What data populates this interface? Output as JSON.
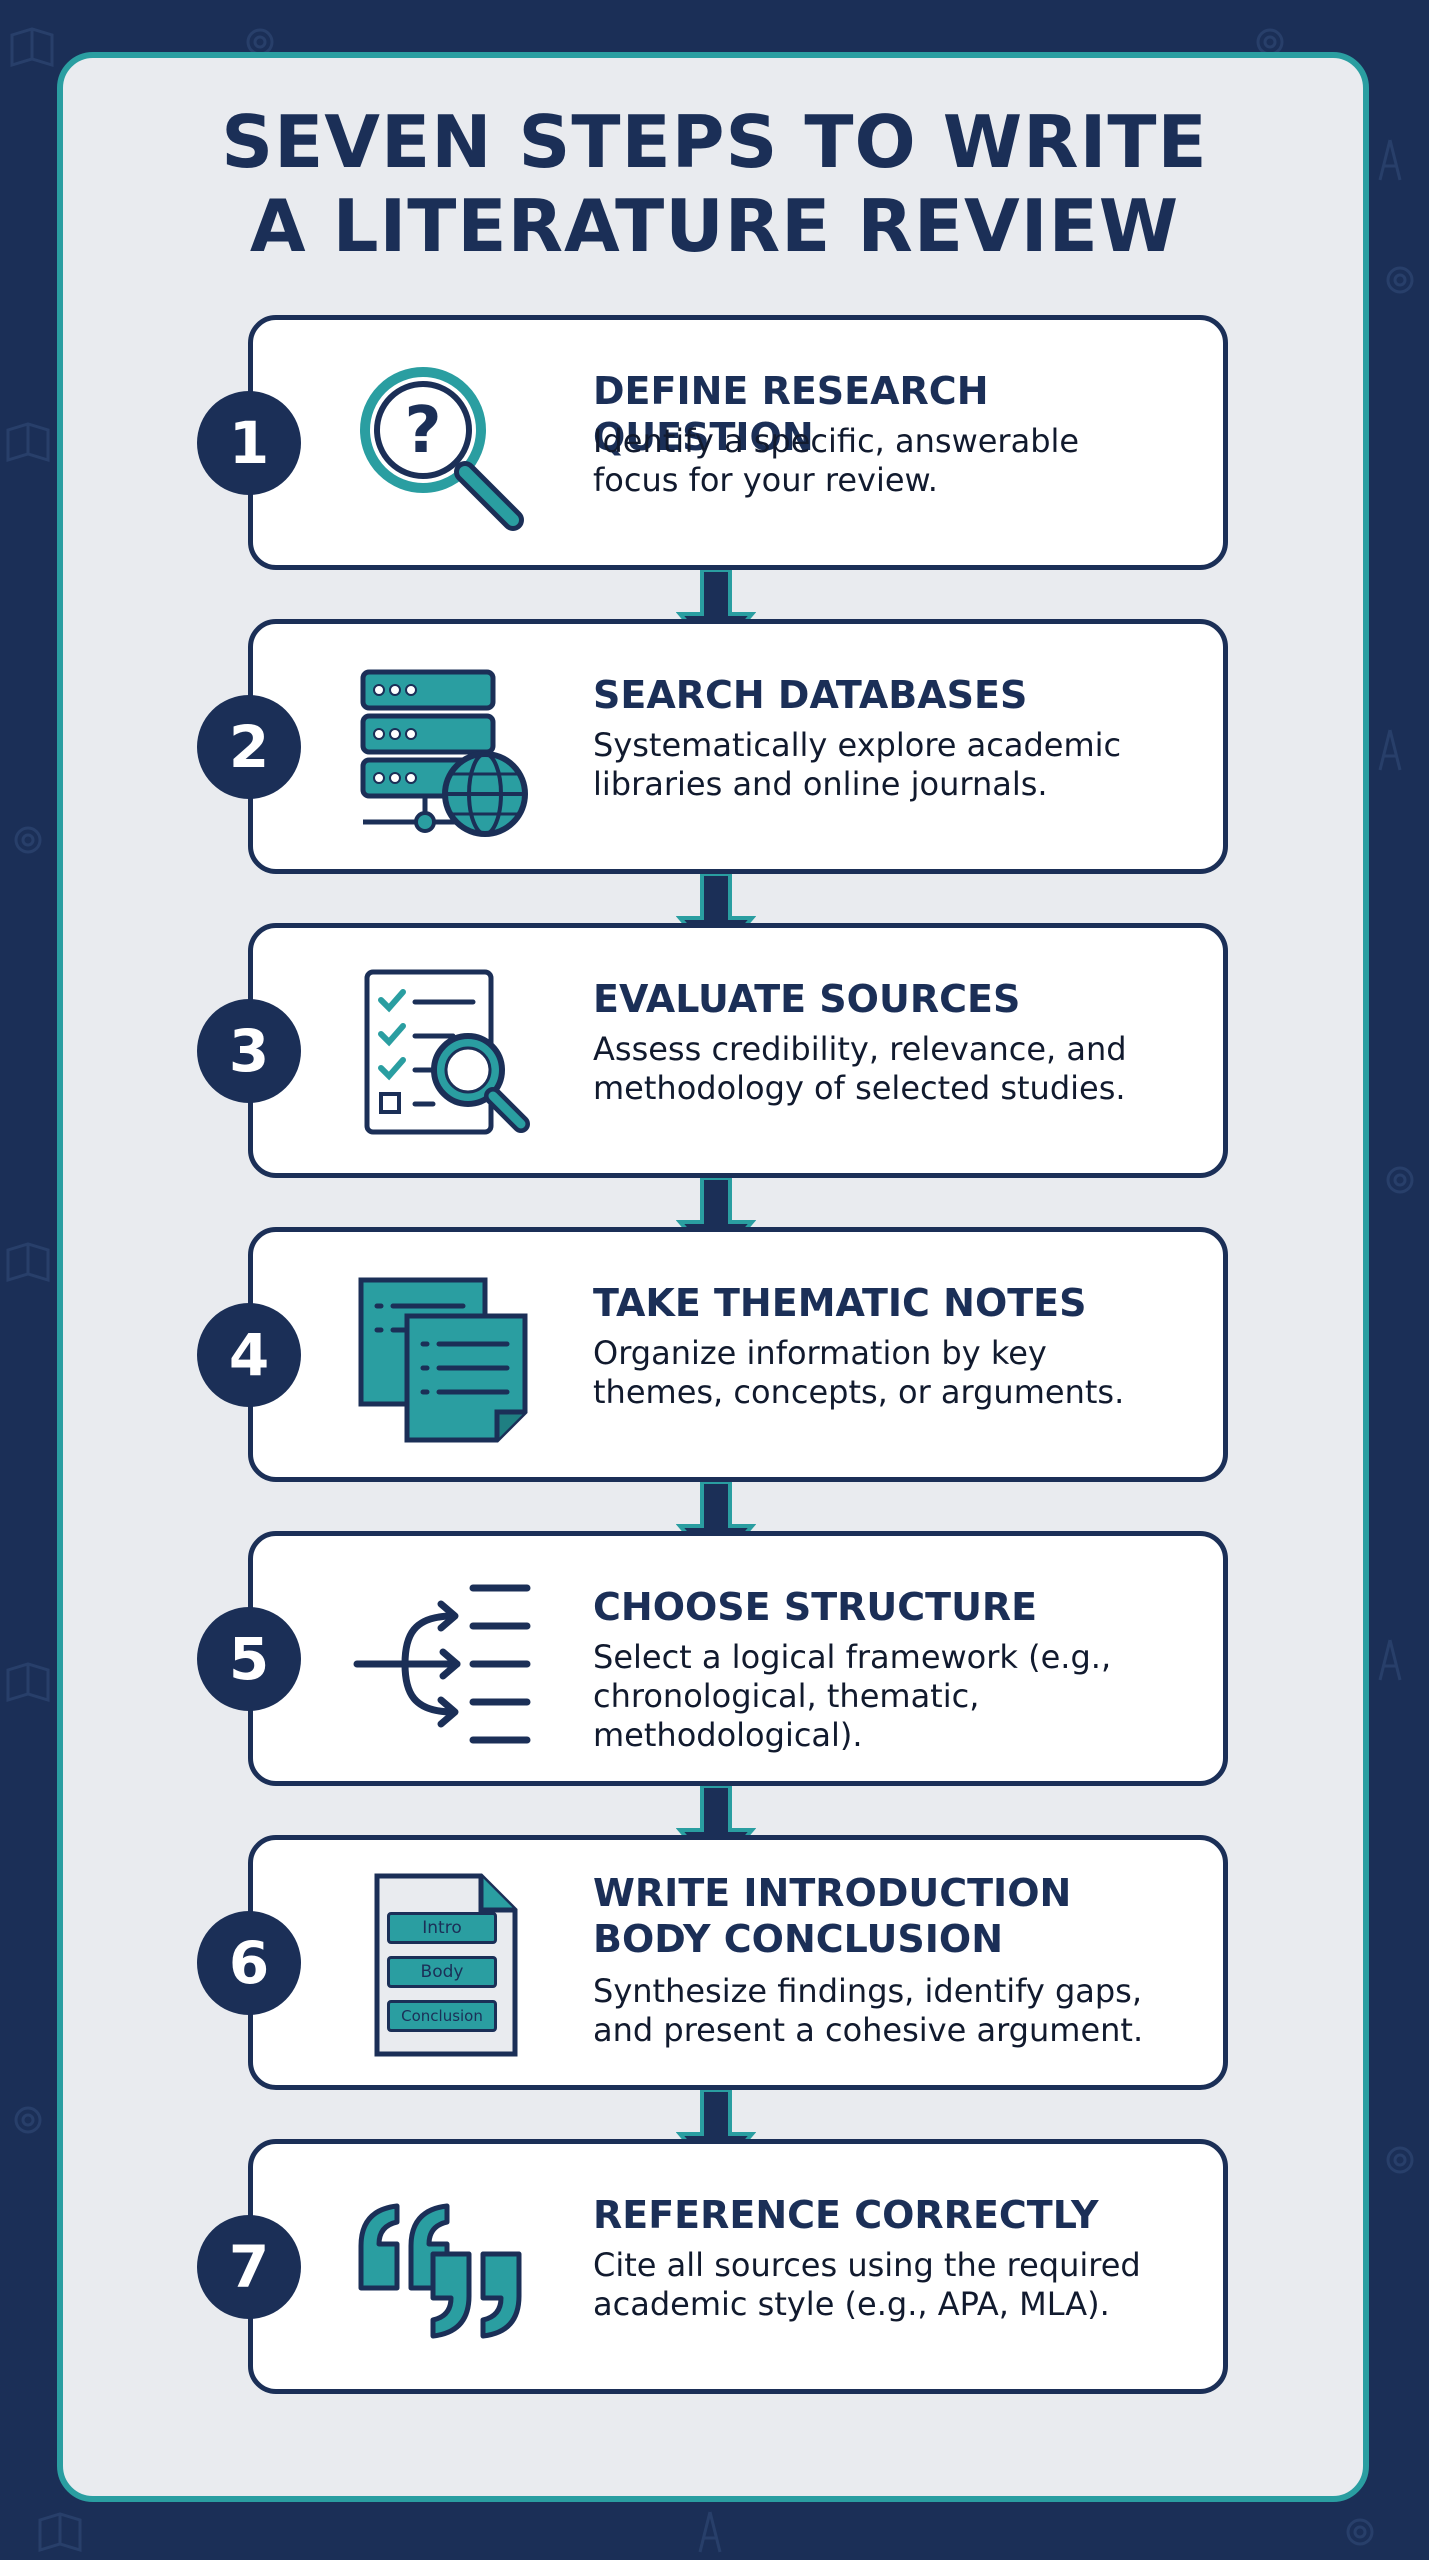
{
  "title": {
    "line1": "SEVEN STEPS TO WRITE",
    "line2": "A LITERATURE REVIEW"
  },
  "colors": {
    "navy": "#1b2f57",
    "teal": "#2a9ea1",
    "panel": "#e9ebef"
  },
  "steps": [
    {
      "number": "1",
      "icon": "magnifier-question-icon",
      "title": [
        "DEFINE RESEARCH QUESTION"
      ],
      "description": [
        "Identify a specific, answerable",
        "focus for your review."
      ]
    },
    {
      "number": "2",
      "icon": "database-globe-icon",
      "title": [
        "SEARCH DATABASES"
      ],
      "description": [
        "Systematically explore academic",
        "libraries and online journals."
      ]
    },
    {
      "number": "3",
      "icon": "checklist-magnifier-icon",
      "title": [
        "EVALUATE SOURCES"
      ],
      "description": [
        "Assess credibility, relevance, and",
        "methodology of selected studies."
      ]
    },
    {
      "number": "4",
      "icon": "notes-icon",
      "title": [
        "TAKE THEMATIC NOTES"
      ],
      "description": [
        "Organize information by key",
        "themes, concepts, or arguments."
      ]
    },
    {
      "number": "5",
      "icon": "branch-structure-icon",
      "title": [
        "CHOOSE STRUCTURE"
      ],
      "description": [
        "Select a logical framework (e.g.,",
        "chronological, thematic,",
        "methodological)."
      ]
    },
    {
      "number": "6",
      "icon": "document-sections-icon",
      "title": [
        "WRITE INTRODUCTION",
        "BODY CONCLUSION"
      ],
      "description": [
        "Synthesize findings, identify gaps,",
        "and present a cohesive argument."
      ],
      "icon_labels": [
        "Intro",
        "Body",
        "Conclusion"
      ]
    },
    {
      "number": "7",
      "icon": "quotation-marks-icon",
      "title": [
        "REFERENCE CORRECTLY"
      ],
      "description": [
        "Cite all sources using the required",
        "academic style (e.g., APA, MLA)."
      ]
    }
  ]
}
